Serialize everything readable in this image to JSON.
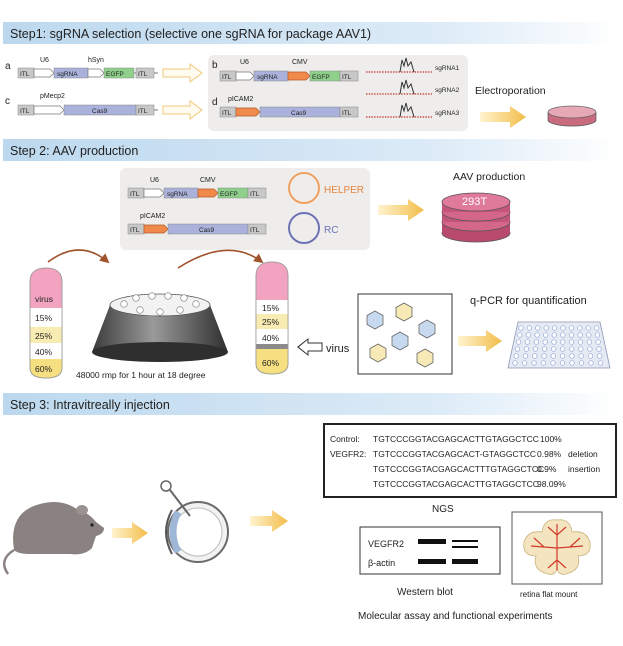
{
  "step1": {
    "title": "Step1: sgRNA selection (selective one sgRNA for package AAV1)",
    "a": {
      "letter": "a",
      "p1": "U6",
      "p2": "hSyn",
      "sg": "sgRNA",
      "gene": "EGFP",
      "itl": "ITL"
    },
    "b": {
      "letter": "b",
      "p1": "U6",
      "p2": "CMV",
      "sg": "sgRNA",
      "gene": "EGFP",
      "itl": "ITL"
    },
    "c": {
      "letter": "c",
      "promoter": "pMecp2",
      "gene": "Cas9",
      "itl": "ITL"
    },
    "d": {
      "letter": "d",
      "promoter": "pICAM2",
      "gene": "Cas9",
      "itl": "ITL"
    },
    "sgrnas": [
      "sgRNA1",
      "sgRNA2",
      "sgRNA3"
    ],
    "electroporation": "Electroporation"
  },
  "step2": {
    "title": "Step 2: AAV production",
    "plasmid1": {
      "p1": "U6",
      "p2": "CMV",
      "sg": "sgRNA",
      "gene": "EGFP",
      "itl": "ITL"
    },
    "plasmid2": {
      "promoter": "pICAM2",
      "gene": "Cas9",
      "itl": "ITL"
    },
    "helper": "HELPER",
    "rc": "RC",
    "aav_label": "AAV production",
    "cells": "293T",
    "tube1": [
      "virus",
      "15%",
      "25%",
      "40%",
      "60%"
    ],
    "tube2": [
      "15%",
      "25%",
      "40%",
      "60%"
    ],
    "centrifuge": "48000 rmp for 1 hour at 18 degree",
    "virus_label": "virus",
    "qpcr": "q-PCR for quantification"
  },
  "step3": {
    "title": "Step 3: Intravitreally injection",
    "ngs": {
      "rows": [
        {
          "label": "Control:",
          "seq": "TGTCCCGGTACGAGCACTTGTAGGCTCC",
          "pct": "100%",
          "note": ""
        },
        {
          "label": "VEGFR2:",
          "seq": "TGTCCCGGTACGAGCACT-GTAGGCTCC",
          "pct": "0.98%",
          "note": "deletion"
        },
        {
          "label": "",
          "seq": "TGTCCCGGTACGAGCACTTTGTAGGCTCC",
          "pct": "0.9%",
          "note": "insertion"
        },
        {
          "label": "",
          "seq": "TGTCCCGGTACGAGCACTTGTAGGCTCC",
          "pct": "98.09%",
          "note": ""
        }
      ],
      "caption": "NGS"
    },
    "wb": {
      "band1": "VEGFR2",
      "band2": "β-actin",
      "caption": "Western blot"
    },
    "retina": "retina flat mount",
    "footer": "Molecular assay and functional experiments"
  }
}
